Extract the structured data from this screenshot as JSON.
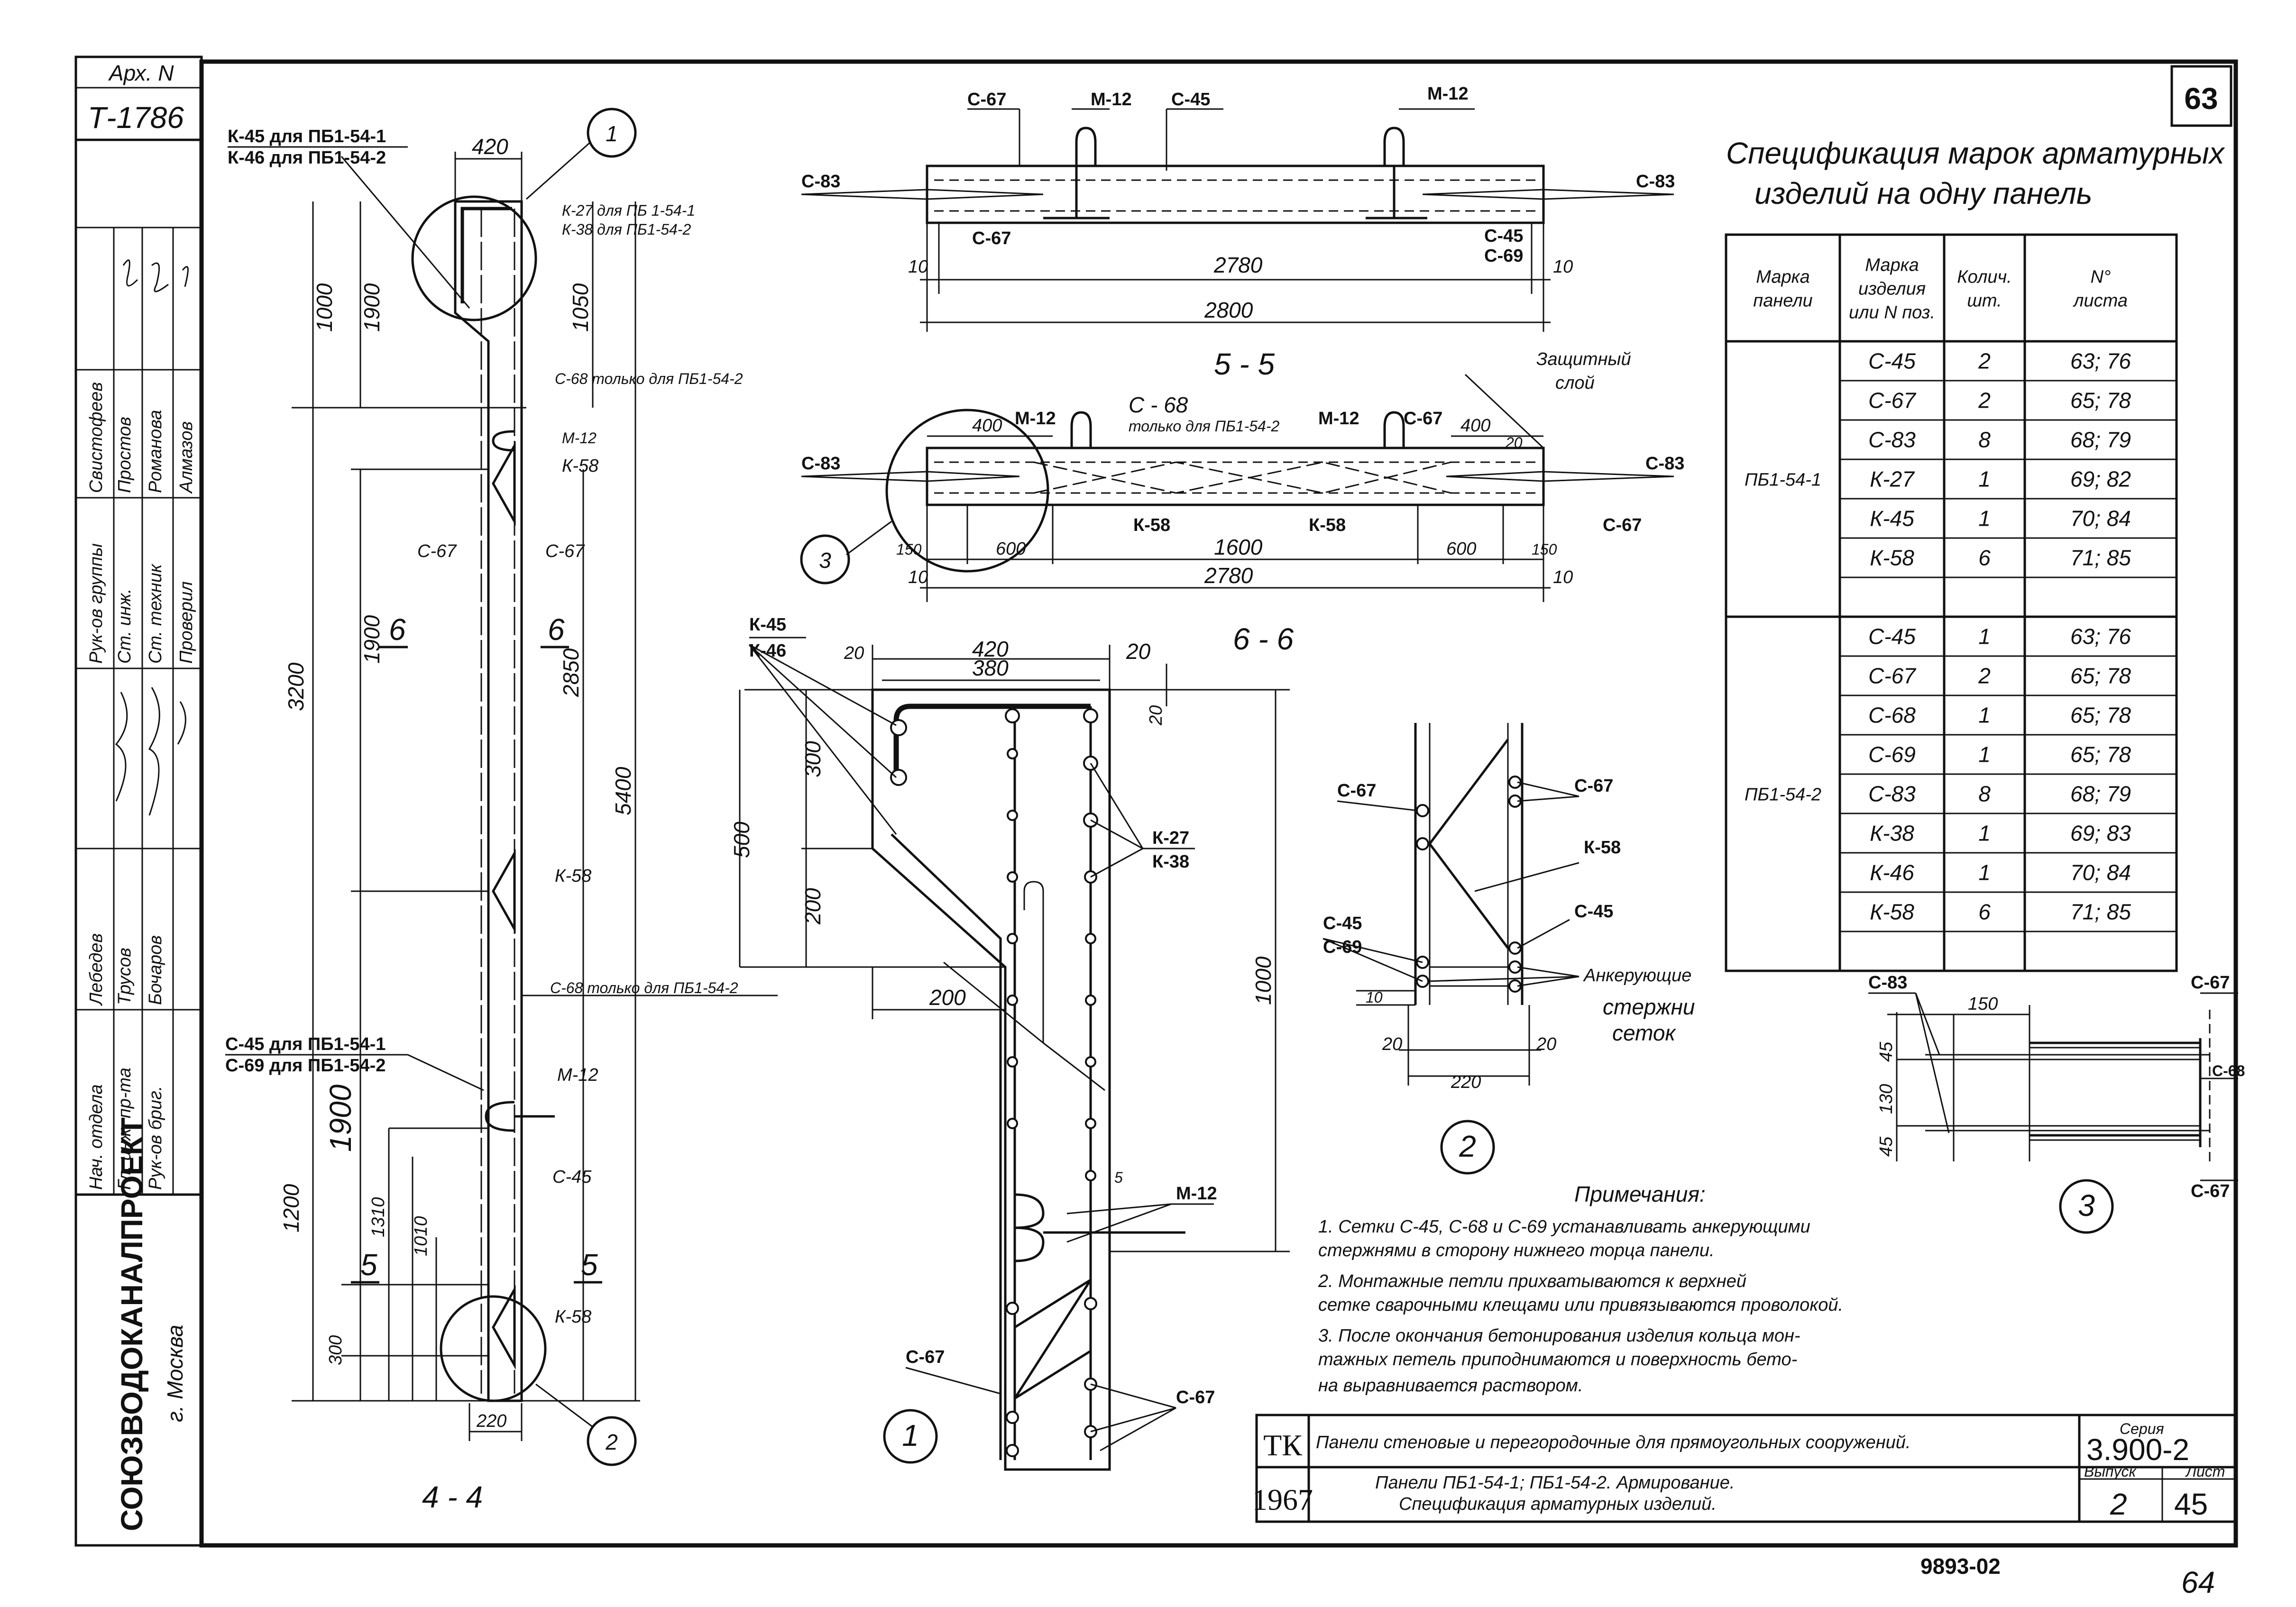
{
  "sheet": {
    "page_number": "63",
    "page_number_bottom": "64",
    "code": "9893-02",
    "archive": {
      "arch_label": "Арх. N",
      "arch_number": "Т-1786"
    }
  },
  "stamp_left": {
    "org": "СОЮЗВОДОКАНАЛПРОЕКТ",
    "city": "г. Москва",
    "roles": [
      "Рук-ов группы",
      "Ст. инж.",
      "Ст. техник",
      "Проверил",
      "Нач. отдела",
      "Гл. инж. пр-та",
      "Рук-ов бриг."
    ],
    "names": [
      "Свистофеев",
      "Простов",
      "Романова",
      "Алмазов",
      "Лебедев",
      "Трусов",
      "Бочаров"
    ]
  },
  "titleblock": {
    "tk": "ТК",
    "year": "1967",
    "line1": "Панели стеновые и перегородочные для прямоугольных  сооружений.",
    "line2": "Панели  ПБ1-54-1;  ПБ1-54-2.  Армирование.",
    "line3": "Спецификация  арматурных     изделий.",
    "series_label": "Серия",
    "series": "3.900-2",
    "issue_label": "Выпуск",
    "issue": "2",
    "sheet_label": "Лист",
    "sheet": "45"
  },
  "spec_table": {
    "title_line1": "Спецификация марок арматурных",
    "title_line2": "изделий на одну панель",
    "headers": [
      [
        "Марка",
        "панели"
      ],
      [
        "Марка",
        "изделия",
        "или N поз."
      ],
      [
        "Колич.",
        "шт."
      ],
      [
        "N°",
        "листа"
      ]
    ],
    "groups": [
      {
        "panel": "ПБ1-54-1",
        "rows": [
          {
            "mark": "С-45",
            "qty": "2",
            "sheet": "63; 76"
          },
          {
            "mark": "С-67",
            "qty": "2",
            "sheet": "65; 78"
          },
          {
            "mark": "С-83",
            "qty": "8",
            "sheet": "68; 79"
          },
          {
            "mark": "К-27",
            "qty": "1",
            "sheet": "69; 82"
          },
          {
            "mark": "К-45",
            "qty": "1",
            "sheet": "70; 84"
          },
          {
            "mark": "К-58",
            "qty": "6",
            "sheet": "71; 85"
          },
          {
            "mark": "",
            "qty": "",
            "sheet": ""
          }
        ]
      },
      {
        "panel": "ПБ1-54-2",
        "rows": [
          {
            "mark": "С-45",
            "qty": "1",
            "sheet": "63; 76"
          },
          {
            "mark": "С-67",
            "qty": "2",
            "sheet": "65; 78"
          },
          {
            "mark": "С-68",
            "qty": "1",
            "sheet": "65; 78"
          },
          {
            "mark": "С-69",
            "qty": "1",
            "sheet": "65; 78"
          },
          {
            "mark": "С-83",
            "qty": "8",
            "sheet": "68; 79"
          },
          {
            "mark": "К-38",
            "qty": "1",
            "sheet": "69; 83"
          },
          {
            "mark": "К-46",
            "qty": "1",
            "sheet": "70; 84"
          },
          {
            "mark": "К-58",
            "qty": "6",
            "sheet": "71; 85"
          },
          {
            "mark": "",
            "qty": "",
            "sheet": ""
          }
        ]
      }
    ]
  },
  "section44": {
    "caption": "4 - 4",
    "labels": {
      "k45": "К-45 для ПБ1-54-1",
      "k46": "К-46 для ПБ1-54-2",
      "k27": "К-27 для ПБ 1-54-1",
      "k38": "К-38 для ПБ1-54-2",
      "c68a": "С-68 только для ПБ1-54-2",
      "m12a": "М-12",
      "k58a": "К-58",
      "c67l": "С-67",
      "c67r": "С-67",
      "sec6l": "6",
      "sec6r": "6",
      "k58b": "К-58",
      "c68b": "С-68  только для ПБ1-54-2",
      "c45": "С-45 для ПБ1-54-1",
      "c69": "С-69 для ПБ1-54-2",
      "m12b": "М-12",
      "c45b": "С-45",
      "sec5l": "5",
      "sec5r": "5",
      "k58c": "К-58",
      "callout1": "1",
      "callout2": "2"
    },
    "dims": {
      "top_width": "420",
      "bottom_width": "220",
      "d1000": "1000",
      "d1900a": "1900",
      "d1050": "1050",
      "d3200": "3200",
      "d1900b": "1900",
      "d2850": "2850",
      "d5400": "5400",
      "d1900c": "1900",
      "d1310": "1310",
      "d1010": "1010",
      "d1200": "1200",
      "d300": "300"
    }
  },
  "section55": {
    "caption": "5 - 5",
    "labels": {
      "c67a": "С-67",
      "m12a": "М-12",
      "c45a": "С-45",
      "m12b": "М-12",
      "c83l": "С-83",
      "c83r": "С-83",
      "c67b": "С-67",
      "c45b": "С-45",
      "c69": "С-69"
    },
    "dims": {
      "d10l": "10",
      "d2780": "2780",
      "d10r": "10",
      "d2800": "2800"
    }
  },
  "section66": {
    "caption": "6 - 6",
    "labels": {
      "m12a": "М-12",
      "c68": "С - 68",
      "c68note": "только для ПБ1-54-2",
      "m12b": "М-12",
      "c67a": "С-67",
      "protect1": "Защитный",
      "protect2": "слой",
      "c83l": "С-83",
      "c83r": "С-83",
      "k58a": "К-58",
      "k58b": "К-58",
      "c67b": "С-67",
      "callout3": "3"
    },
    "dims": {
      "d400l": "400",
      "d400r": "400",
      "d20": "20",
      "d150l": "150",
      "d600l": "600",
      "d1600": "1600",
      "d600r": "600",
      "d150r": "150",
      "d10l": "10",
      "d2780": "2780",
      "d10r": "10"
    }
  },
  "detail1": {
    "labels": {
      "k45": "К-45",
      "k46": "К-46",
      "k27": "К-27",
      "k38": "К-38",
      "m12": "М-12",
      "c67l": "С-67",
      "c67r": "С-67",
      "callout": "1"
    },
    "dims": {
      "d420": "420",
      "d380": "380",
      "d20l": "20",
      "d20r": "20",
      "d20t": "20",
      "d300": "300",
      "d500": "500",
      "d200v": "200",
      "d200h": "200",
      "d1000": "1000",
      "d5": "5"
    }
  },
  "detail2": {
    "labels": {
      "c67l": "С-67",
      "c67r": "С-67",
      "k58": "К-58",
      "c45l": "С-45",
      "c69": "С-69",
      "c45r": "С-45",
      "anchor1": "Анкерующие",
      "anchor2": "стержни",
      "anchor3": "сеток",
      "callout": "2"
    },
    "dims": {
      "d10": "10",
      "d20l": "20",
      "d20r": "20",
      "d220": "220"
    }
  },
  "detail3": {
    "labels": {
      "c83": "С-83",
      "c67t": "С-67",
      "c68": "С-68",
      "c67b": "С-67",
      "callout": "3"
    },
    "dims": {
      "d150": "150",
      "d45a": "45",
      "d130": "130",
      "d45b": "45"
    }
  },
  "notes": {
    "title": "Примечания:",
    "items": [
      "1.  Сетки С-45, С-68 и С-69 устанавливать анкерующими",
      "     стержнями в сторону нижнего торца  панели.",
      "2.  Монтажные петли прихватываются к верхней",
      "     сетке сварочными клещами или привязываются проволокой.",
      "3.  После окончания  бетонирования изделия кольца  мон-",
      "     тажных петель приподнимаются и поверхность  бето-",
      "     на выравнивается    раствором."
    ]
  }
}
